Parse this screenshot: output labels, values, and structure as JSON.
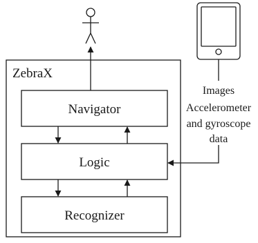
{
  "system": {
    "title": "ZebraX"
  },
  "modules": {
    "navigator": "Navigator",
    "logic": "Logic",
    "recognizer": "Recognizer"
  },
  "device_inputs": {
    "line1": "Images",
    "line2": "Accelerometer",
    "line3": "and gyroscope",
    "line4": "data"
  },
  "icons": {
    "user": "stick-figure-user-icon",
    "device": "tablet-device-icon"
  }
}
